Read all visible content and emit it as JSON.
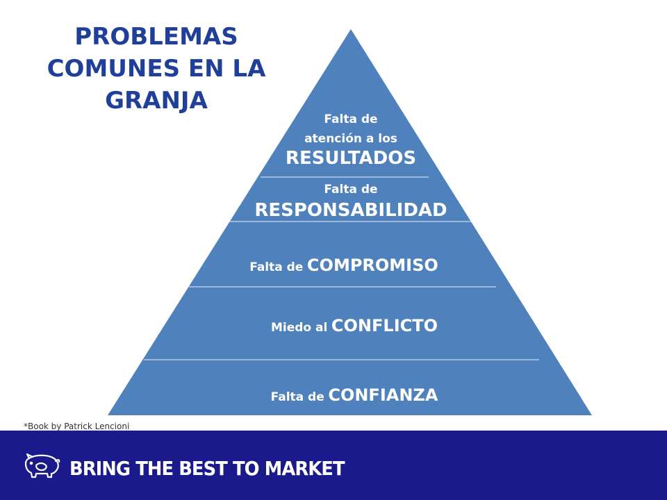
{
  "title": {
    "line1": "PROBLEMAS",
    "line2": "COMUNES EN LA",
    "line3": "GRANJA"
  },
  "levels": [
    {
      "small": "Falta de",
      "small2": "atención a los",
      "large": "RESULTADOS"
    },
    {
      "small": "Falta de",
      "large": "RESPONSABILIDAD"
    },
    {
      "small": "Falta de",
      "large": "COMPROMISO"
    },
    {
      "small": "Miedo al",
      "large": "CONFLICTO"
    },
    {
      "small": "Falta  de",
      "large": "CONFIANZA"
    }
  ],
  "footnote": "*Book by Patrick Lencioni",
  "footer": {
    "slogan": "BRING THE BEST TO MARKET",
    "logo_icon": "pig-icon"
  },
  "colors": {
    "pyramid": "#4f81bd",
    "title": "#1f3f99",
    "footer": "#1a1a8c",
    "divider": "#e8eef8"
  }
}
